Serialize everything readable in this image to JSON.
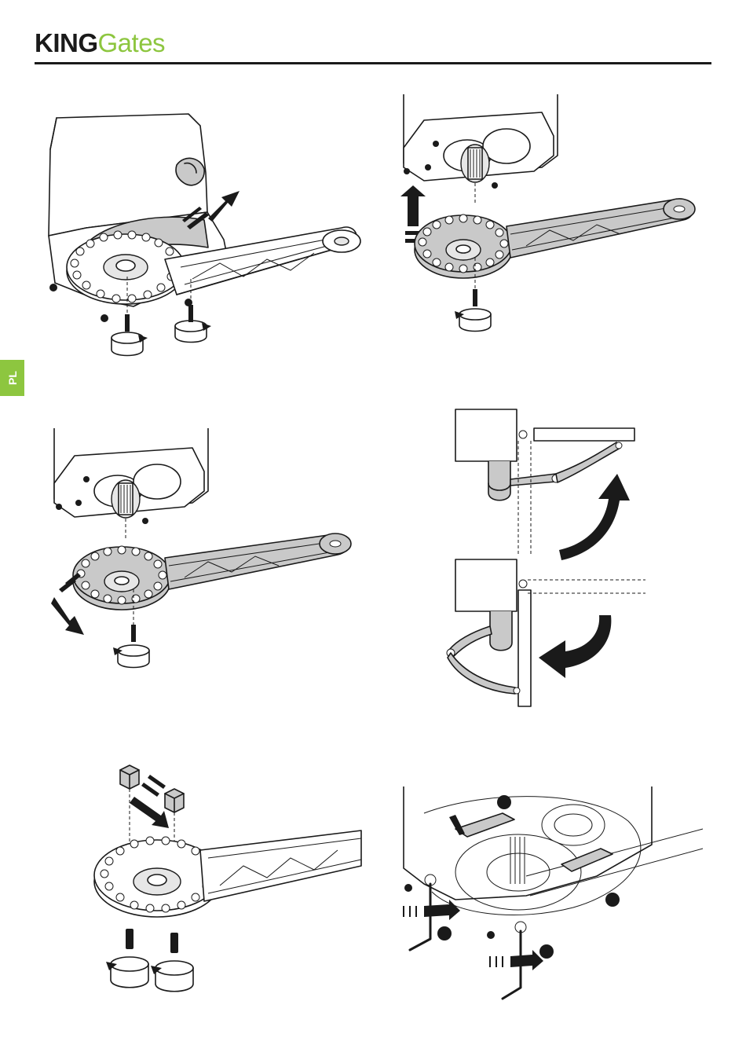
{
  "header": {
    "brand_bold": "KING",
    "brand_light": "Gates",
    "brand_color": "#8dc63f"
  },
  "side_tab": {
    "label": "PL",
    "color": "#8dc63f"
  },
  "figures": [
    {
      "id": "fig-1",
      "icons": [
        "gearmotor",
        "disc-arm",
        "screw",
        "rotate-arrow",
        "push-arrow"
      ]
    },
    {
      "id": "fig-2",
      "icons": [
        "gearmotor-underside",
        "disc-arm",
        "screw",
        "rotate-arrow",
        "up-arrow"
      ]
    },
    {
      "id": "fig-3",
      "icons": [
        "gearmotor-underside",
        "disc-arm",
        "screw",
        "rotate-arrow",
        "down-arrow"
      ]
    },
    {
      "id": "fig-4",
      "icons": [
        "gate-open",
        "gate-closed",
        "curved-arrow"
      ]
    },
    {
      "id": "fig-5",
      "icons": [
        "disc-arm",
        "stop-blocks",
        "screws",
        "rotate-arrows"
      ]
    },
    {
      "id": "fig-6",
      "icons": [
        "gearmotor-transparent",
        "hex-keys",
        "callout-dots"
      ]
    }
  ]
}
